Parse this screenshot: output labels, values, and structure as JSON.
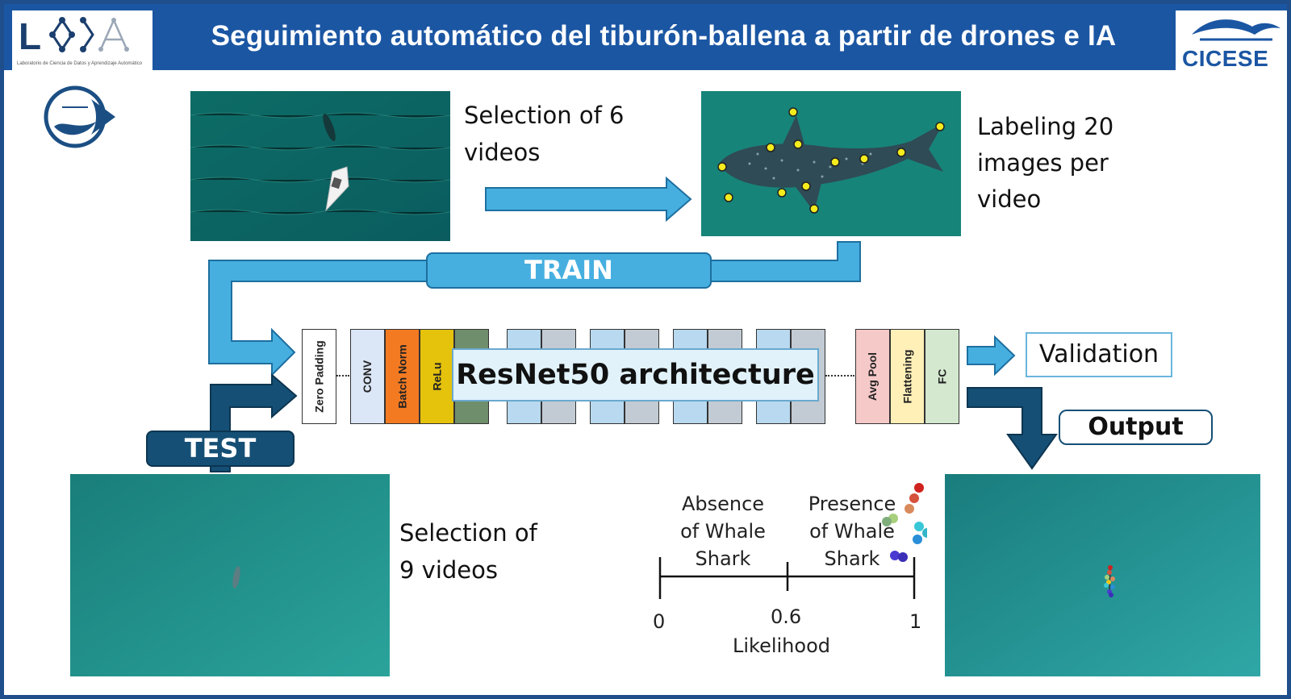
{
  "header": {
    "title": "Seguimiento automático del tiburón-ballena a partir de drones e IA",
    "lab_logo_caption": "Laboratorio de Ciencia de Datos y Aprendizaje Automático",
    "institution_logo_text": "CICESE",
    "bg_color": "#1b56a3"
  },
  "train_section": {
    "selection_lines": [
      "Selection of 6",
      "videos"
    ],
    "labeling_lines": [
      "Labeling 20",
      "images per",
      "video"
    ],
    "label": "TRAIN",
    "color": "#46afe0"
  },
  "test_section": {
    "label": "TEST",
    "selection_lines": [
      "Selection of",
      "9 videos"
    ],
    "color": "#154f75"
  },
  "architecture": {
    "title": "ResNet50 architecture",
    "layers": [
      {
        "label": "Zero Padding",
        "color": "#ffffff"
      },
      {
        "label": "CONV",
        "color": "#dbe6f7"
      },
      {
        "label": "Batch Norm",
        "color": "#f47a22"
      },
      {
        "label": "ReLu",
        "color": "#e5c20c"
      },
      {
        "label": "",
        "color": "#6f8e6b"
      },
      {
        "label": "",
        "color": "#b8d9ef"
      },
      {
        "label": "",
        "color": "#c2cbd3"
      },
      {
        "label": "",
        "color": "#b8d9ef"
      },
      {
        "label": "",
        "color": "#c2cbd3"
      },
      {
        "label": "",
        "color": "#b8d9ef"
      },
      {
        "label": "",
        "color": "#c2cbd3"
      },
      {
        "label": "",
        "color": "#b8d9ef"
      },
      {
        "label": "",
        "color": "#c2cbd3"
      },
      {
        "label": "Avg Pool",
        "color": "#f6c9c9"
      },
      {
        "label": "Flattening",
        "color": "#fff0b8"
      },
      {
        "label": "FC",
        "color": "#d3e8cf"
      }
    ]
  },
  "validation_label": "Validation",
  "output_label": "Output",
  "likelihood_scale": {
    "absence_lines": [
      "Absence",
      "of Whale",
      "Shark"
    ],
    "presence_lines": [
      "Presence",
      "of Whale",
      "Shark"
    ],
    "ticks": [
      "0",
      "0.6",
      "1"
    ],
    "axis_label": "Likelihood"
  }
}
